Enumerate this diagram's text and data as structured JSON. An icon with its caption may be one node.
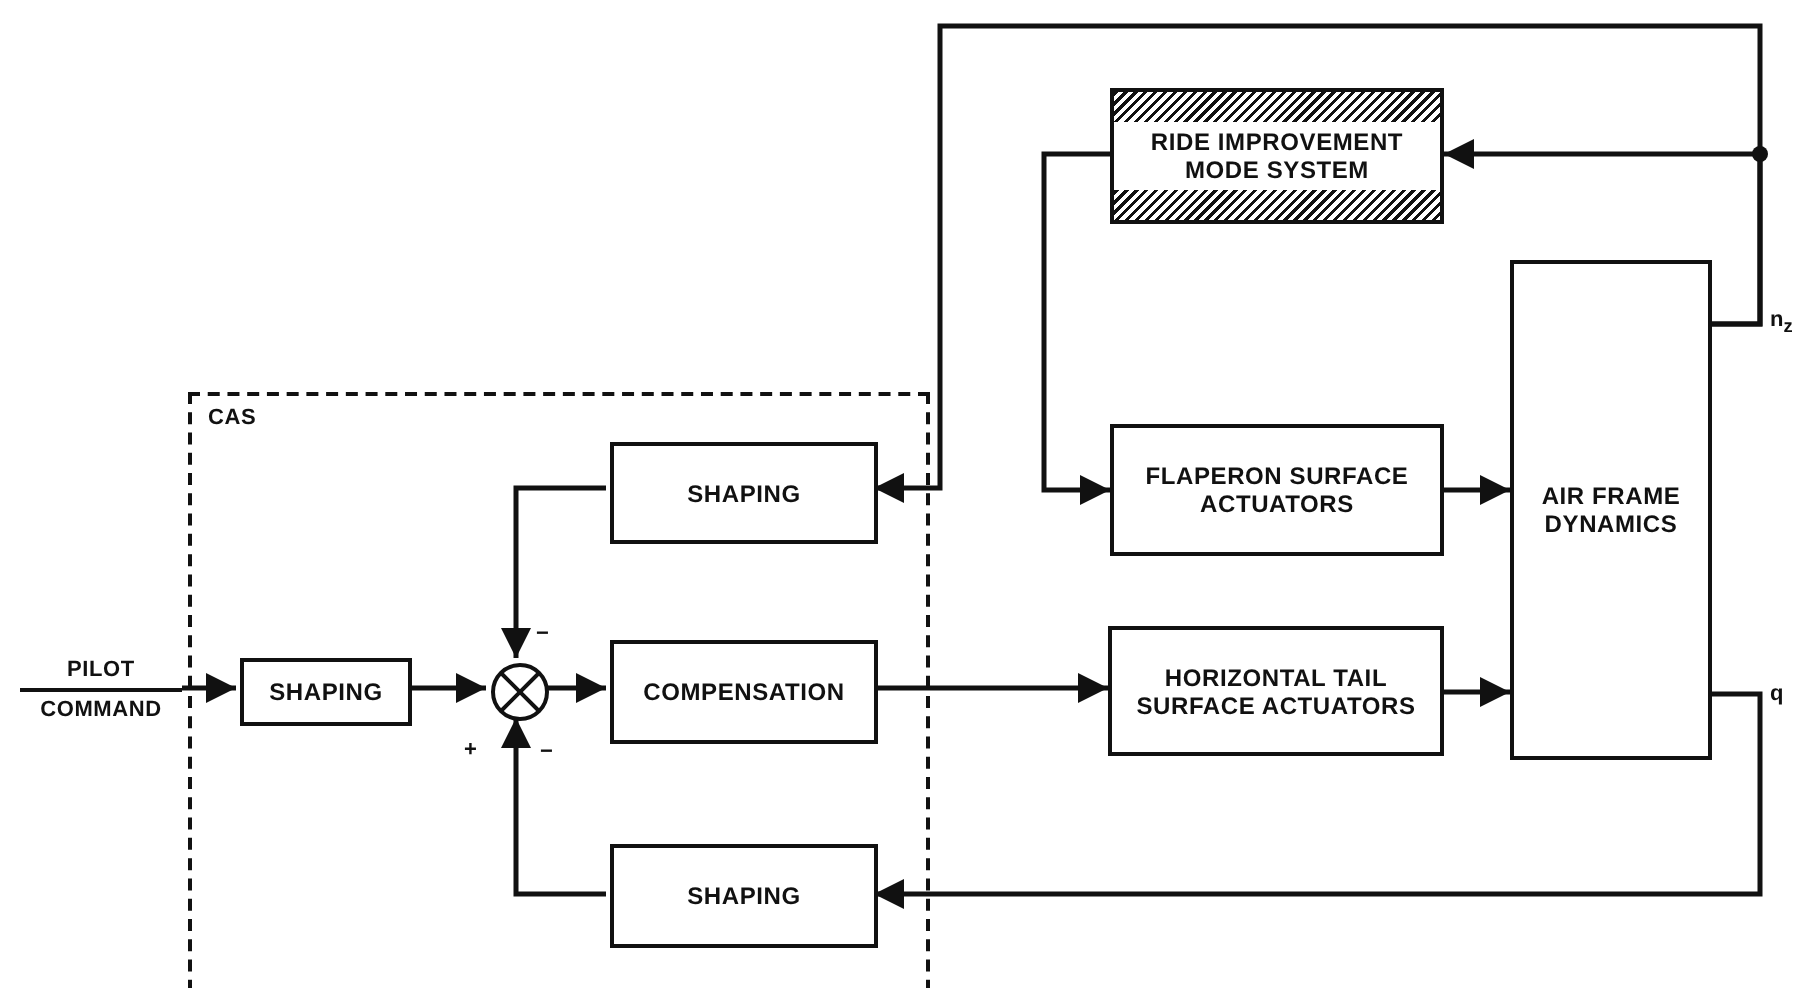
{
  "diagram": {
    "nodes": [
      {
        "text": [
          "CAS"
        ]
      },
      {
        "text": [
          "SHAPING"
        ],
        "in": 0
      },
      {
        "text": [
          "SHAPING"
        ],
        "in": 0
      },
      {
        "text": [],
        "shape": "circle",
        "in": 0
      },
      {
        "text": [
          "COMPENSATION"
        ],
        "in": 0
      },
      {
        "text": [
          "SHAPING"
        ],
        "in": 0
      },
      {
        "text": [
          "RIDE IMPROVEMENT MODE SYSTEM"
        ]
      },
      {
        "text": [
          "FLAPERON SURFACE ACTUATORS"
        ]
      },
      {
        "text": [
          "HORIZONTAL TAIL SURFACE ACTUATORS"
        ]
      },
      {
        "text": [
          "AIR FRAME DYNAMICS"
        ]
      },
      {
        "text": [
          "PILOT",
          "COMMAND"
        ]
      }
    ],
    "edges": [
      {
        "from": 10,
        "to": 2,
        "arrow": "to"
      },
      {
        "from": 2,
        "to": 3,
        "arrow": "to"
      },
      {
        "from": 3,
        "to": 4,
        "arrow": "to"
      },
      {
        "from": 4,
        "to": 8,
        "arrow": "to"
      },
      {
        "from": 7,
        "to": 9,
        "arrow": "to"
      },
      {
        "from": 8,
        "to": 9,
        "arrow": "to"
      },
      {
        "from": 9,
        "to": 6,
        "arrow": "to"
      },
      {
        "from": 9,
        "to": 1,
        "arrow": "to"
      },
      {
        "from": 6,
        "to": 7,
        "arrow": "to"
      },
      {
        "from": 9,
        "to": 5,
        "arrow": "to"
      },
      {
        "from": 1,
        "to": 3,
        "arrow": "to"
      },
      {
        "from": 5,
        "to": 3,
        "arrow": "to"
      }
    ],
    "labels": [
      "−",
      "+",
      "−",
      "n$_{z}$",
      "q"
    ]
  }
}
